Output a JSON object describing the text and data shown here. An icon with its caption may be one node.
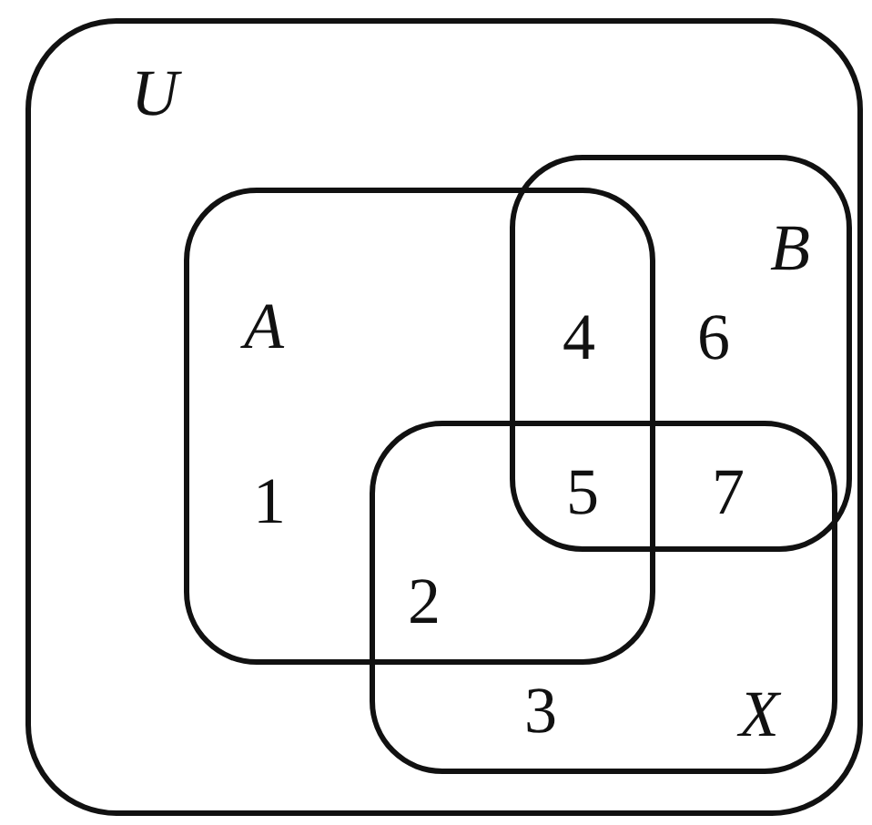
{
  "diagram": {
    "nodes": [
      {
        "text": [
          "U"
        ]
      },
      {
        "text": [
          "A"
        ],
        "in": 0
      },
      {
        "text": [
          "B"
        ],
        "in": 0
      },
      {
        "text": [
          "X"
        ],
        "in": 0
      }
    ],
    "labels": [
      "4",
      "6",
      "1",
      "5",
      "7",
      "2",
      "3"
    ]
  }
}
